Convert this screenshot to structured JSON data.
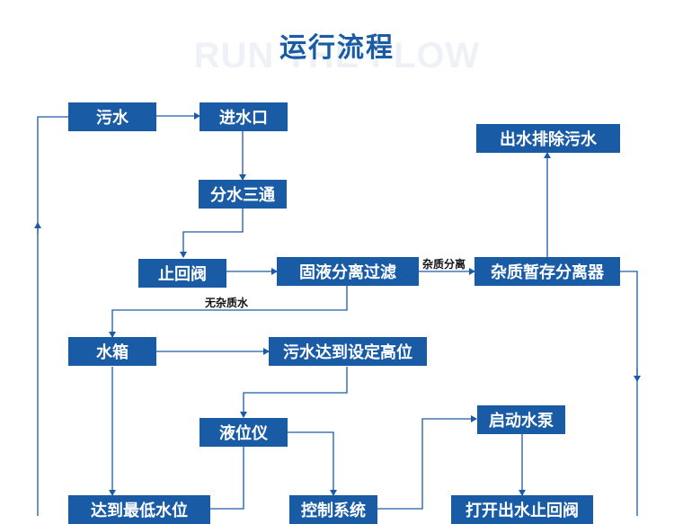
{
  "header": {
    "title": "运行流程",
    "subtitle": "RUN THE FLOW"
  },
  "nodes": {
    "sewage": "污水",
    "inlet": "进水口",
    "tee": "分水三通",
    "check_valve": "止回阀",
    "separation_filter": "固液分离过滤",
    "impurity_separator": "杂质暂存分离器",
    "outlet_discharge": "出水排除污水",
    "water_tank": "水箱",
    "high_level": "污水达到设定高位",
    "level_gauge": "液位仪",
    "start_pump": "启动水泵",
    "lowest_level": "达到最低水位",
    "control_system": "控制系统",
    "open_valve": "打开出水止回阀"
  },
  "edge_labels": {
    "impurity_sep": "杂质分离",
    "no_impurity_water": "无杂质水"
  },
  "colors": {
    "primary": "#1a5ba6",
    "watermark": "#eef2f7"
  }
}
